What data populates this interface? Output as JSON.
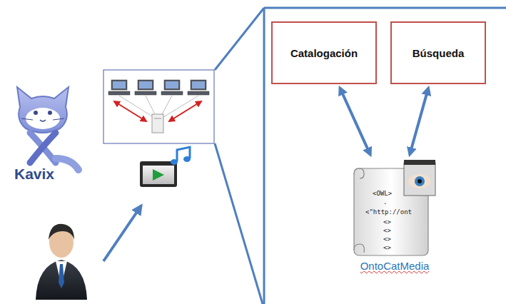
{
  "diagram": {
    "nodes": [
      {
        "text": [
          "Catalogación"
        ]
      },
      {
        "text": [
          "Búsqueda"
        ]
      },
      {
        "text": [
          "OntoCatMedia"
        ]
      }
    ],
    "edges": [
      {
        "from": 0,
        "to": 2,
        "arrow": "both"
      },
      {
        "from": 1,
        "to": 2,
        "arrow": "both"
      }
    ],
    "labels": [
      "Kavix",
      "<OWL>",
      ".",
      "<\"http://ont",
      "<>",
      "<>",
      "<>",
      "<>"
    ]
  }
}
